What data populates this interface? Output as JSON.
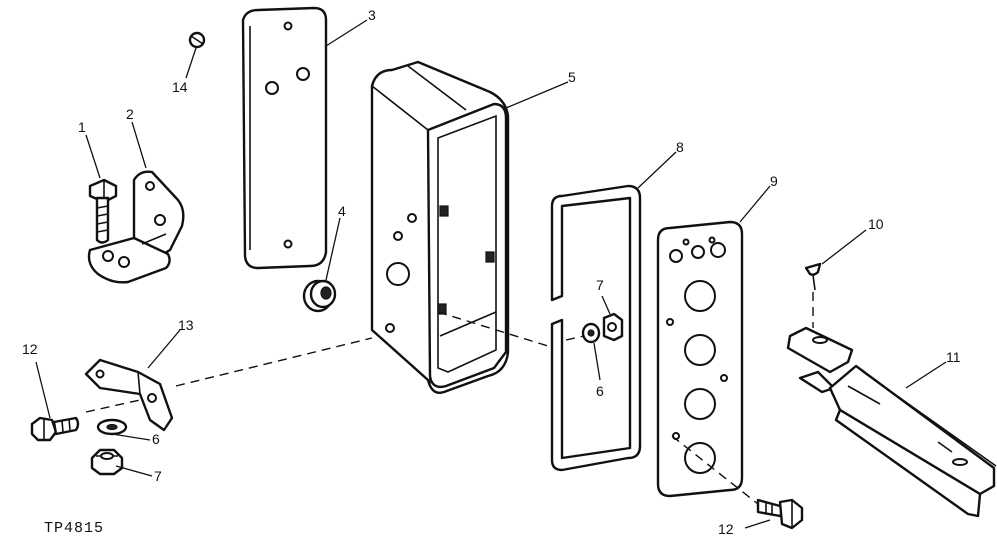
{
  "figure_id": "TP4815",
  "callouts": {
    "c1": "1",
    "c2": "2",
    "c3": "3",
    "c4": "4",
    "c5": "5",
    "c6a": "6",
    "c6b": "6",
    "c7a": "7",
    "c7b": "7",
    "c8": "8",
    "c9": "9",
    "c10": "10",
    "c11": "11",
    "c12a": "12",
    "c12b": "12",
    "c13": "13",
    "c14": "14"
  }
}
